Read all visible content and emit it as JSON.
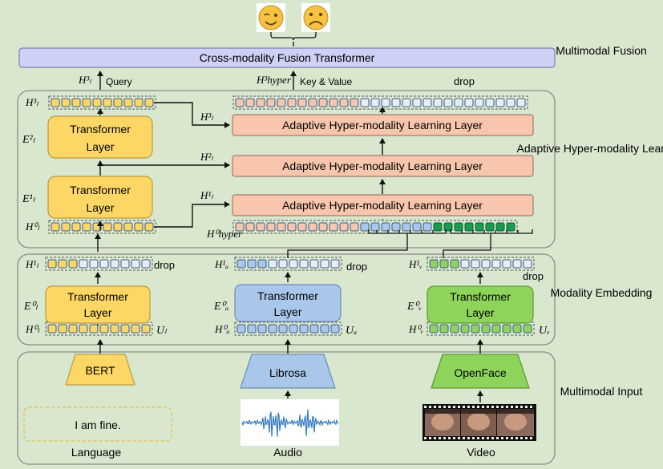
{
  "sections": {
    "fusion": "Multimodal Fusion",
    "adaptive": "Adaptive Hyper-modality Learning",
    "embedding": "Modality Embedding",
    "input": "Multimodal Input"
  },
  "fusion_box": "Cross-modality Fusion Transformer",
  "labels": {
    "query": "Query",
    "key_value": "Key & Value",
    "drop": "drop",
    "transformer_layer": "Transformer Layer",
    "ahl_layer": "Adaptive Hyper-modality Learning Layer"
  },
  "math": {
    "hl3": "H³ₗ",
    "hl2": "H²ₗ",
    "hl1": "H¹ₗ",
    "hl0": "H⁰ₗ",
    "hyper3": "H³hyper",
    "hyper0": "H⁰hyper",
    "ha1": "H¹ₐ",
    "ha0": "H⁰ₐ",
    "hv1": "H¹ᵥ",
    "hv0": "H⁰ᵥ",
    "el2": "E²ₗ",
    "el1": "E¹ₗ",
    "el0": "E⁰ₗ",
    "ea0": "E⁰ₐ",
    "ev0": "E⁰ᵥ",
    "ul": "Uₗ",
    "ua": "Uₐ",
    "uv": "Uᵥ"
  },
  "extractors": {
    "language": "BERT",
    "audio": "Librosa",
    "video": "OpenFace"
  },
  "inputs": {
    "language_text": "I am fine."
  },
  "captions": {
    "language": "Language",
    "audio": "Audio",
    "video": "Video"
  },
  "colors": {
    "background": "#d9e7cf",
    "language": "#fdd766",
    "audio": "#a9c7ea",
    "video": "#8ed45a",
    "ahl": "#f7c6ad",
    "fusion": "#cfd0f5",
    "hyper_dark": "#1a9b52"
  },
  "emoji": [
    "winking-face",
    "frowning-face"
  ]
}
